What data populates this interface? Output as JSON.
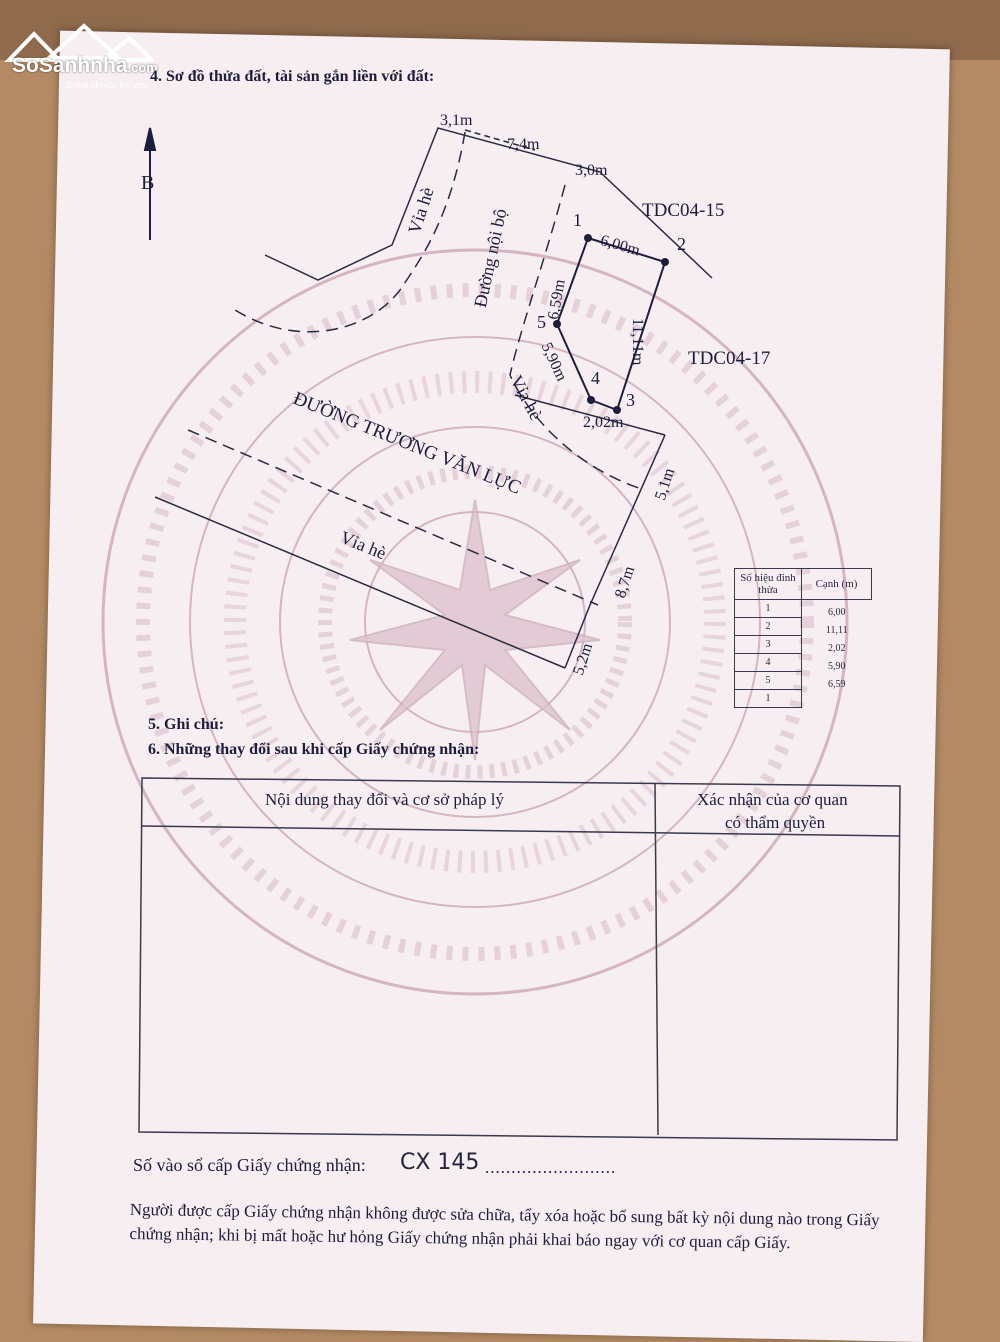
{
  "watermark": {
    "brand": "SoSanhnha",
    "domain": ".com",
    "tagline": "Great choice for you"
  },
  "section4": {
    "title": "4. Sơ đồ thửa đất, tài sản gắn liền với đất:"
  },
  "map": {
    "north": "B",
    "dims": {
      "top_left": "3,1m",
      "top_mid": "7,4m",
      "top_right": "3,0m",
      "right_road_1": "5,1m",
      "right_road_2": "8,7m",
      "right_road_3": "5,2m"
    },
    "labels": {
      "via_he_left": "Vỉa hè",
      "duong_noi_bo": "Đường nội bộ",
      "via_he_mid": "Vỉa hè",
      "street": "ĐƯỜNG TRƯƠNG VĂN LỰC",
      "via_he_bottom": "Vỉa hè",
      "lot_north": "TDC04-15",
      "lot_east": "TDC04-17"
    },
    "vertices": [
      "1",
      "2",
      "3",
      "4",
      "5"
    ],
    "edges": {
      "e12": "6,00m",
      "e23": "11,11m",
      "e34": "2,02m",
      "e45": "5,90m",
      "e51": "6,59m"
    }
  },
  "edge_table": {
    "header_vertex": "Số hiệu đỉnh thửa",
    "header_length": "Cạnh (m)",
    "vertices": [
      "1",
      "2",
      "3",
      "4",
      "5",
      "1"
    ],
    "lengths": [
      "6,00",
      "11,11",
      "2,02",
      "5,90",
      "6,59"
    ]
  },
  "section5": {
    "title": "5. Ghi chú:"
  },
  "section6": {
    "title": "6. Những thay đổi sau khi cấp Giấy chứng nhận:",
    "col1": "Nội dung thay đổi và cơ sở pháp lý",
    "col2_line1": "Xác nhận của cơ quan",
    "col2_line2": "có thẩm quyền"
  },
  "registry": {
    "label": "Số vào sổ cấp Giấy chứng nhận:",
    "value": "CX 145"
  },
  "notice": "Người được cấp Giấy chứng nhận không được sửa chữa, tẩy xóa hoặc bổ sung bất kỳ nội dung nào trong Giấy chứng nhận; khi bị mất hoặc hư hỏng Giấy chứng nhận phải khai báo ngay với cơ quan cấp Giấy.",
  "colors": {
    "ink": "#1d1d3c",
    "paper": "#f6eef1",
    "drum": "#c9a2b3",
    "desk": "#b38a63"
  }
}
